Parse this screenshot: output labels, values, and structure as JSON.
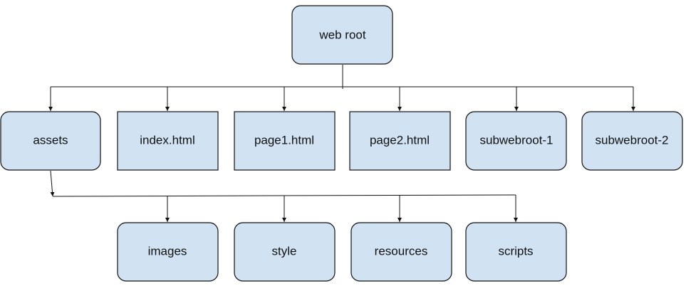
{
  "style": {
    "node_fill": "#d1e2f3",
    "stroke": "#111111"
  },
  "nodes": {
    "web_root": "web root",
    "assets": "assets",
    "index_html": "index.html",
    "page1_html": "page1.html",
    "page2_html": "page2.html",
    "subwebroot_1": "subwebroot-1",
    "subwebroot_2": "subwebroot-2",
    "images": "images",
    "style": "style",
    "resources": "resources",
    "scripts": "scripts"
  },
  "edges": [
    [
      "web_root",
      "assets"
    ],
    [
      "web_root",
      "index_html"
    ],
    [
      "web_root",
      "page1_html"
    ],
    [
      "web_root",
      "page2_html"
    ],
    [
      "web_root",
      "subwebroot_1"
    ],
    [
      "web_root",
      "subwebroot_2"
    ],
    [
      "assets",
      "images"
    ],
    [
      "assets",
      "style"
    ],
    [
      "assets",
      "resources"
    ],
    [
      "assets",
      "scripts"
    ]
  ]
}
